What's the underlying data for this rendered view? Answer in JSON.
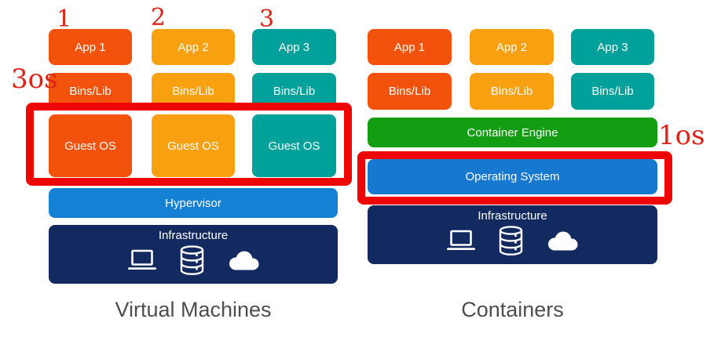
{
  "vm": {
    "caption": "Virtual Machines",
    "columns": [
      {
        "app": "App 1",
        "bins": "Bins/Lib",
        "guest": "Guest OS"
      },
      {
        "app": "App 2",
        "bins": "Bins/Lib",
        "guest": "Guest OS"
      },
      {
        "app": "App 3",
        "bins": "Bins/Lib",
        "guest": "Guest OS"
      }
    ],
    "hypervisor": "Hypervisor",
    "infrastructure": "Infrastructure"
  },
  "containers": {
    "caption": "Containers",
    "columns": [
      {
        "app": "App 1",
        "bins": "Bins/Lib"
      },
      {
        "app": "App 2",
        "bins": "Bins/Lib"
      },
      {
        "app": "App 3",
        "bins": "Bins/Lib"
      }
    ],
    "engine": "Container Engine",
    "os": "Operating System",
    "infrastructure": "Infrastructure"
  },
  "annotations": {
    "num1": "1",
    "num2": "2",
    "num3": "3",
    "vm_os_count": "3os",
    "container_os_count": "1os"
  },
  "icons": {
    "infrastructure": [
      "laptop-icon",
      "database-icon",
      "cloud-icon"
    ]
  },
  "colors": {
    "app1_redorange": "#F3520D",
    "app2_amber": "#F8A00F",
    "app3_teal": "#00A19B",
    "hypervisor_blue": "#1581D4",
    "operating_system_blue": "#1778CF",
    "container_engine_green": "#129D12",
    "infrastructure_navy": "#122A60",
    "annotation_red": "#EE0505",
    "caption_gray": "#4E4E4E"
  }
}
